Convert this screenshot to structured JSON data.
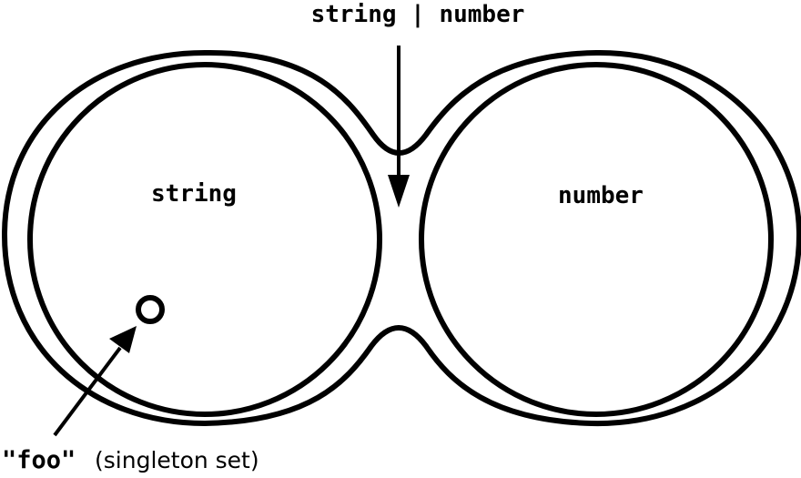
{
  "diagram": {
    "union_label": "string | number",
    "left_set_label": "string",
    "right_set_label": "number",
    "singleton_value": "\"foo\"",
    "singleton_caption": "(singleton set)",
    "stroke_color": "#000000",
    "background_color": "#ffffff"
  }
}
